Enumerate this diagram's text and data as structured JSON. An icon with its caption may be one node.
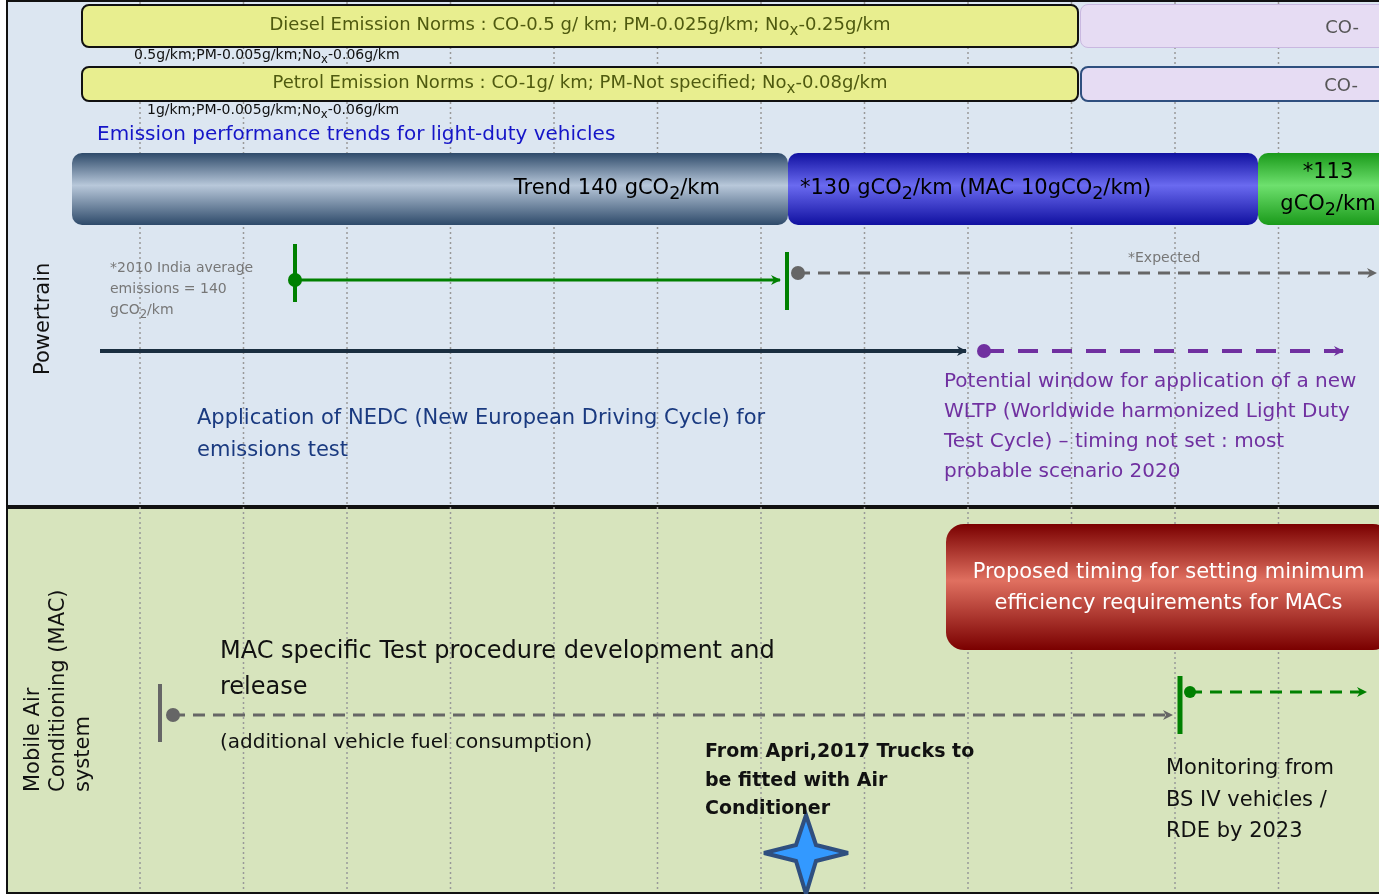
{
  "diagram": {
    "nodes": [
      {
        "text": [
          "Powertrain"
        ]
      },
      {
        "text": [
          "Diesel Emission Norms : CO-0.5 g/ km; PM-0.025g/km; No$_{x}$-0.25g/km"
        ],
        "in": 0
      },
      {
        "text": [
          "CO-"
        ],
        "in": 0
      },
      {
        "text": [
          "Petrol Emission Norms : CO-1g/ km; PM-Not specified; No$_{x}$-0.08g/km"
        ],
        "in": 0
      },
      {
        "text": [
          "CO-"
        ],
        "in": 0
      },
      {
        "text": [
          "Trend 140 gCO$_{2}$/km"
        ],
        "in": 0
      },
      {
        "text": [
          "*130 gCO$_{2}$/km (MAC 10gCO$_{2}$/km)"
        ],
        "in": 0
      },
      {
        "text": [
          "*113 gCO$_{2}$/km"
        ],
        "in": 0
      },
      {
        "text": [
          "Mobile Air Conditioning (MAC) system"
        ]
      },
      {
        "text": [
          "Proposed timing for setting minimum efficiency requirements for MACs"
        ],
        "in": 8
      }
    ],
    "edges": [],
    "labels": [
      "0.5g/km;PM-0.005g/km;No$_{x}$-0.06g/km",
      "1g/km;PM-0.005g/km;No$_{x}$-0.06g/km",
      "Emission performance trends for light-duty vehicles",
      "*2010 India average emissions = 140 gCO$_{2}$/km",
      "*Expected",
      "Application of NEDC  (New European Driving Cycle) for emissions  test",
      "Potential window for application of a new WLTP (Worldwide harmonized Light Duty Test Cycle) – timing not set : most probable scenario 2020",
      "MAC specific Test procedure development and release",
      "(additional vehicle fuel consumption)",
      "From Apri,2017 Trucks to be fitted with Air Conditioner",
      "Monitoring from BS IV vehicles / RDE by 2023"
    ]
  }
}
